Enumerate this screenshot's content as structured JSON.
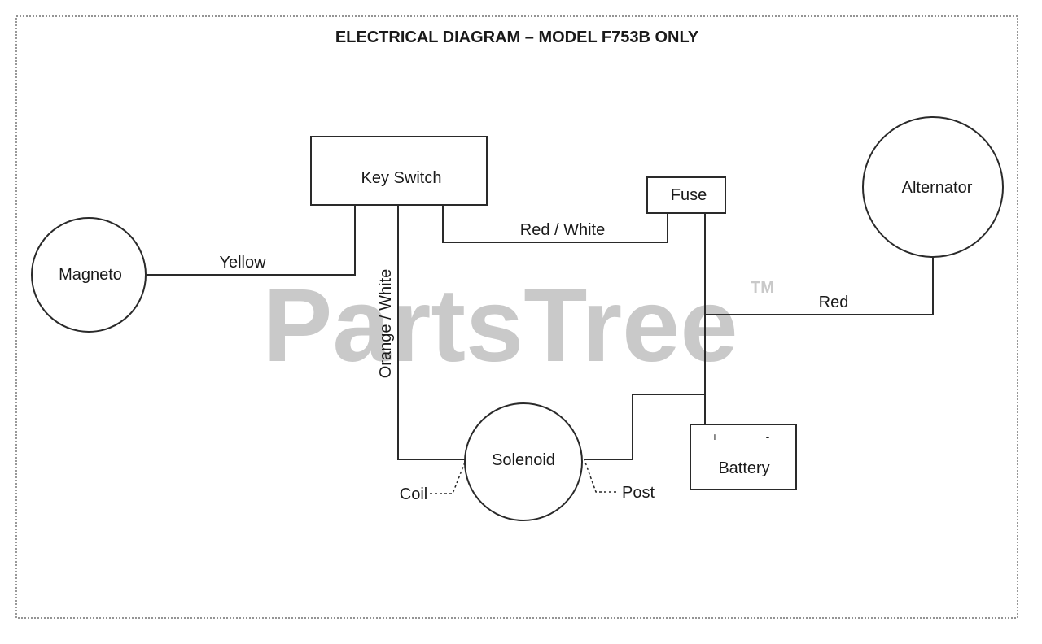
{
  "title": "ELECTRICAL DIAGRAM – MODEL F753B ONLY",
  "watermark": {
    "text": "PartsTree",
    "trademark": "TM",
    "color": "#c9c9c9"
  },
  "components": {
    "key_switch": "Key Switch",
    "fuse": "Fuse",
    "alternator": "Alternator",
    "magneto": "Magneto",
    "solenoid": "Solenoid",
    "battery": "Battery",
    "battery_plus": "+",
    "battery_minus": "-"
  },
  "wires": {
    "yellow": "Yellow",
    "red_white": "Red / White",
    "orange_white": "Orange / White",
    "red": "Red"
  },
  "terminals": {
    "coil": "Coil",
    "post": "Post"
  }
}
